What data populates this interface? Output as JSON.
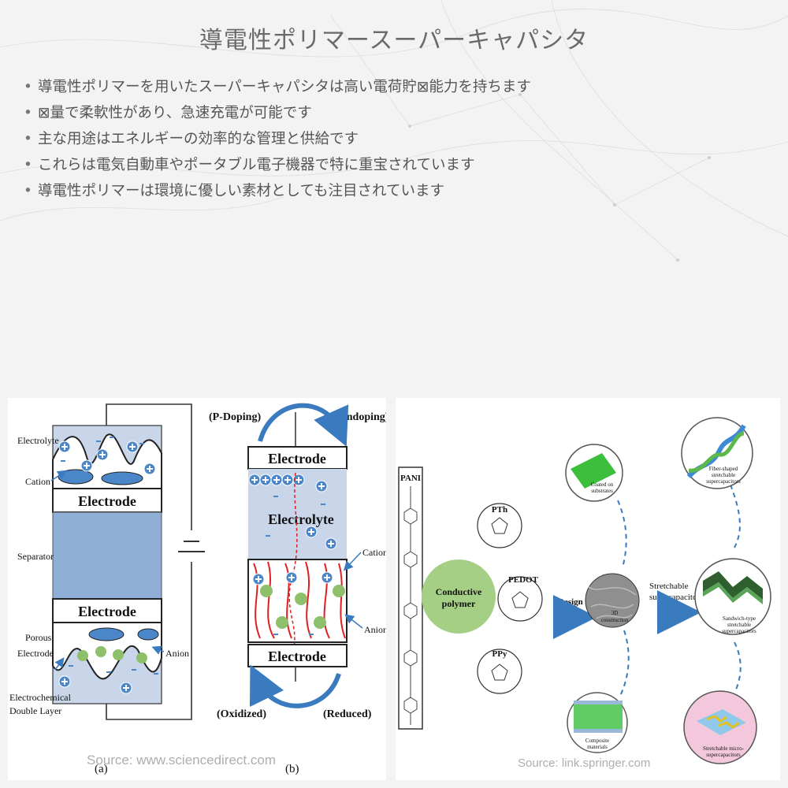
{
  "title": "導電性ポリマースーパーキャパシタ",
  "bullets": [
    "導電性ポリマーを用いたスーパーキャパシタは高い電荷貯⊠能力を持ちます",
    "⊠量で柔軟性があり、急速充電が可能です",
    "主な用途はエネルギーの効率的な管理と供給です",
    "これらは電気自動車やポータブル電子機器で特に重宝されています",
    "導電性ポリマーは環境に優しい素材としても注目されています"
  ],
  "left_figure": {
    "a": {
      "electrolyte": "Electrolyte",
      "cation": "Cation",
      "electrode_top": "Electrode",
      "separator": "Separator",
      "electrode_bottom": "Electrode",
      "porous_electrode_1": "Porous",
      "porous_electrode_2": "Electrode",
      "anion": "Anion",
      "ecdl_1": "Electrochemical",
      "ecdl_2": "Double Layer",
      "label": "(a)"
    },
    "b": {
      "p_doping": "(P-Doping)",
      "undoping": "(Undoping)",
      "electrode_top": "Electrode",
      "electrolyte": "Electrolyte",
      "cation": "Cation",
      "anion": "Anion",
      "electrode_bottom": "Electrode",
      "oxidized": "(Oxidized)",
      "reduced": "(Reduced)",
      "label": "(b)"
    },
    "source": "Source: www.sciencedirect.com"
  },
  "right_figure": {
    "pani": "PANI",
    "conductive_polymer_1": "Conductive",
    "conductive_polymer_2": "polymer",
    "pth": "PTh",
    "pedot": "PEDOT",
    "ppy": "PPy",
    "design": "Design",
    "stretchable_1": "Stretchable",
    "stretchable_2": "supercapacitor",
    "coated_1": "Coated on",
    "coated_2": "substrates",
    "3d_1": "3D",
    "3d_2": "construction",
    "composite_1": "Composite",
    "composite_2": "materials",
    "fiber_1": "Fiber-shaped",
    "fiber_2": "stretchable",
    "fiber_3": "supercapacitors",
    "sandwich_1": "Sandwich-type",
    "sandwich_2": "stretchable",
    "sandwich_3": "supercapacitors",
    "micro_1": "Stretchable micro-",
    "micro_2": "supercapacitors",
    "source": "Source: link.springer.com"
  },
  "colors": {
    "background": "#f3f3f3",
    "electrolyte_fill": "#c9d6ea",
    "separator_fill": "#90afd6",
    "ion_blue": "#4a86c8",
    "polymer_green": "#8ec06c",
    "polymer_red": "#e02020",
    "arrow_blue": "#3a7bc0"
  },
  "icons": [
    "plus-ion-icon",
    "minus-ion-icon",
    "double-arrow-icon"
  ]
}
